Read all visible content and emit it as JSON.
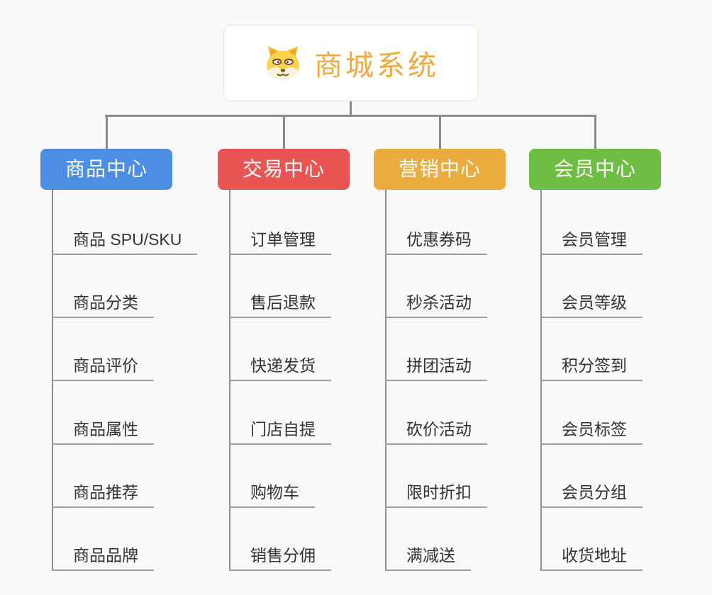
{
  "root": {
    "title": "商城系统",
    "icon": "shiba-dog-icon"
  },
  "branches": [
    {
      "title": "商品中心",
      "color": "#4b8ee3",
      "items": [
        "商品 SPU/SKU",
        "商品分类",
        "商品评价",
        "商品属性",
        "商品推荐",
        "商品品牌"
      ]
    },
    {
      "title": "交易中心",
      "color": "#e85552",
      "items": [
        "订单管理",
        "售后退款",
        "快递发货",
        "门店自提",
        "购物车",
        "销售分佣"
      ]
    },
    {
      "title": "营销中心",
      "color": "#eaac3c",
      "items": [
        "优惠券码",
        "秒杀活动",
        "拼团活动",
        "砍价活动",
        "限时折扣",
        "满减送"
      ]
    },
    {
      "title": "会员中心",
      "color": "#6fbe44",
      "items": [
        "会员管理",
        "会员等级",
        "积分签到",
        "会员标签",
        "会员分组",
        "收货地址"
      ]
    }
  ],
  "colors": {
    "background": "#f9f9f9",
    "root_border": "#f6c478",
    "root_title": "#f2a93d",
    "connector": "#8b8b8b",
    "item_underline": "#9e9e9e",
    "item_text": "#333333"
  }
}
